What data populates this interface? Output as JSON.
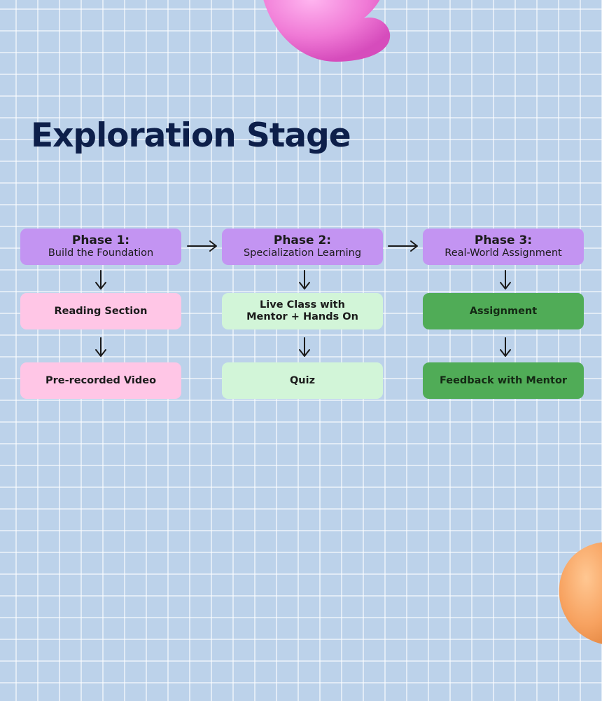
{
  "title": "Exploration Stage",
  "phases": [
    {
      "title": "Phase 1:",
      "subtitle": "Build the Foundation",
      "steps": [
        "Reading Section",
        "Pre-recorded Video"
      ]
    },
    {
      "title": "Phase 2:",
      "subtitle": "Specialization Learning",
      "steps": [
        "Live Class with\nMentor + Hands On",
        "Quiz"
      ]
    },
    {
      "title": "Phase 3:",
      "subtitle": "Real-World Assignment",
      "steps": [
        "Assignment",
        "Feedback with Mentor"
      ]
    }
  ],
  "colors": {
    "background": "#bcd2ea",
    "title": "#0d1f4a",
    "phase_box": "#c394f2",
    "phase1_steps": "#ffc6e6",
    "phase2_steps": "#d2f5d8",
    "phase3_steps": "#50ac57"
  },
  "decorations": [
    "pink-blob",
    "orange-blob"
  ]
}
